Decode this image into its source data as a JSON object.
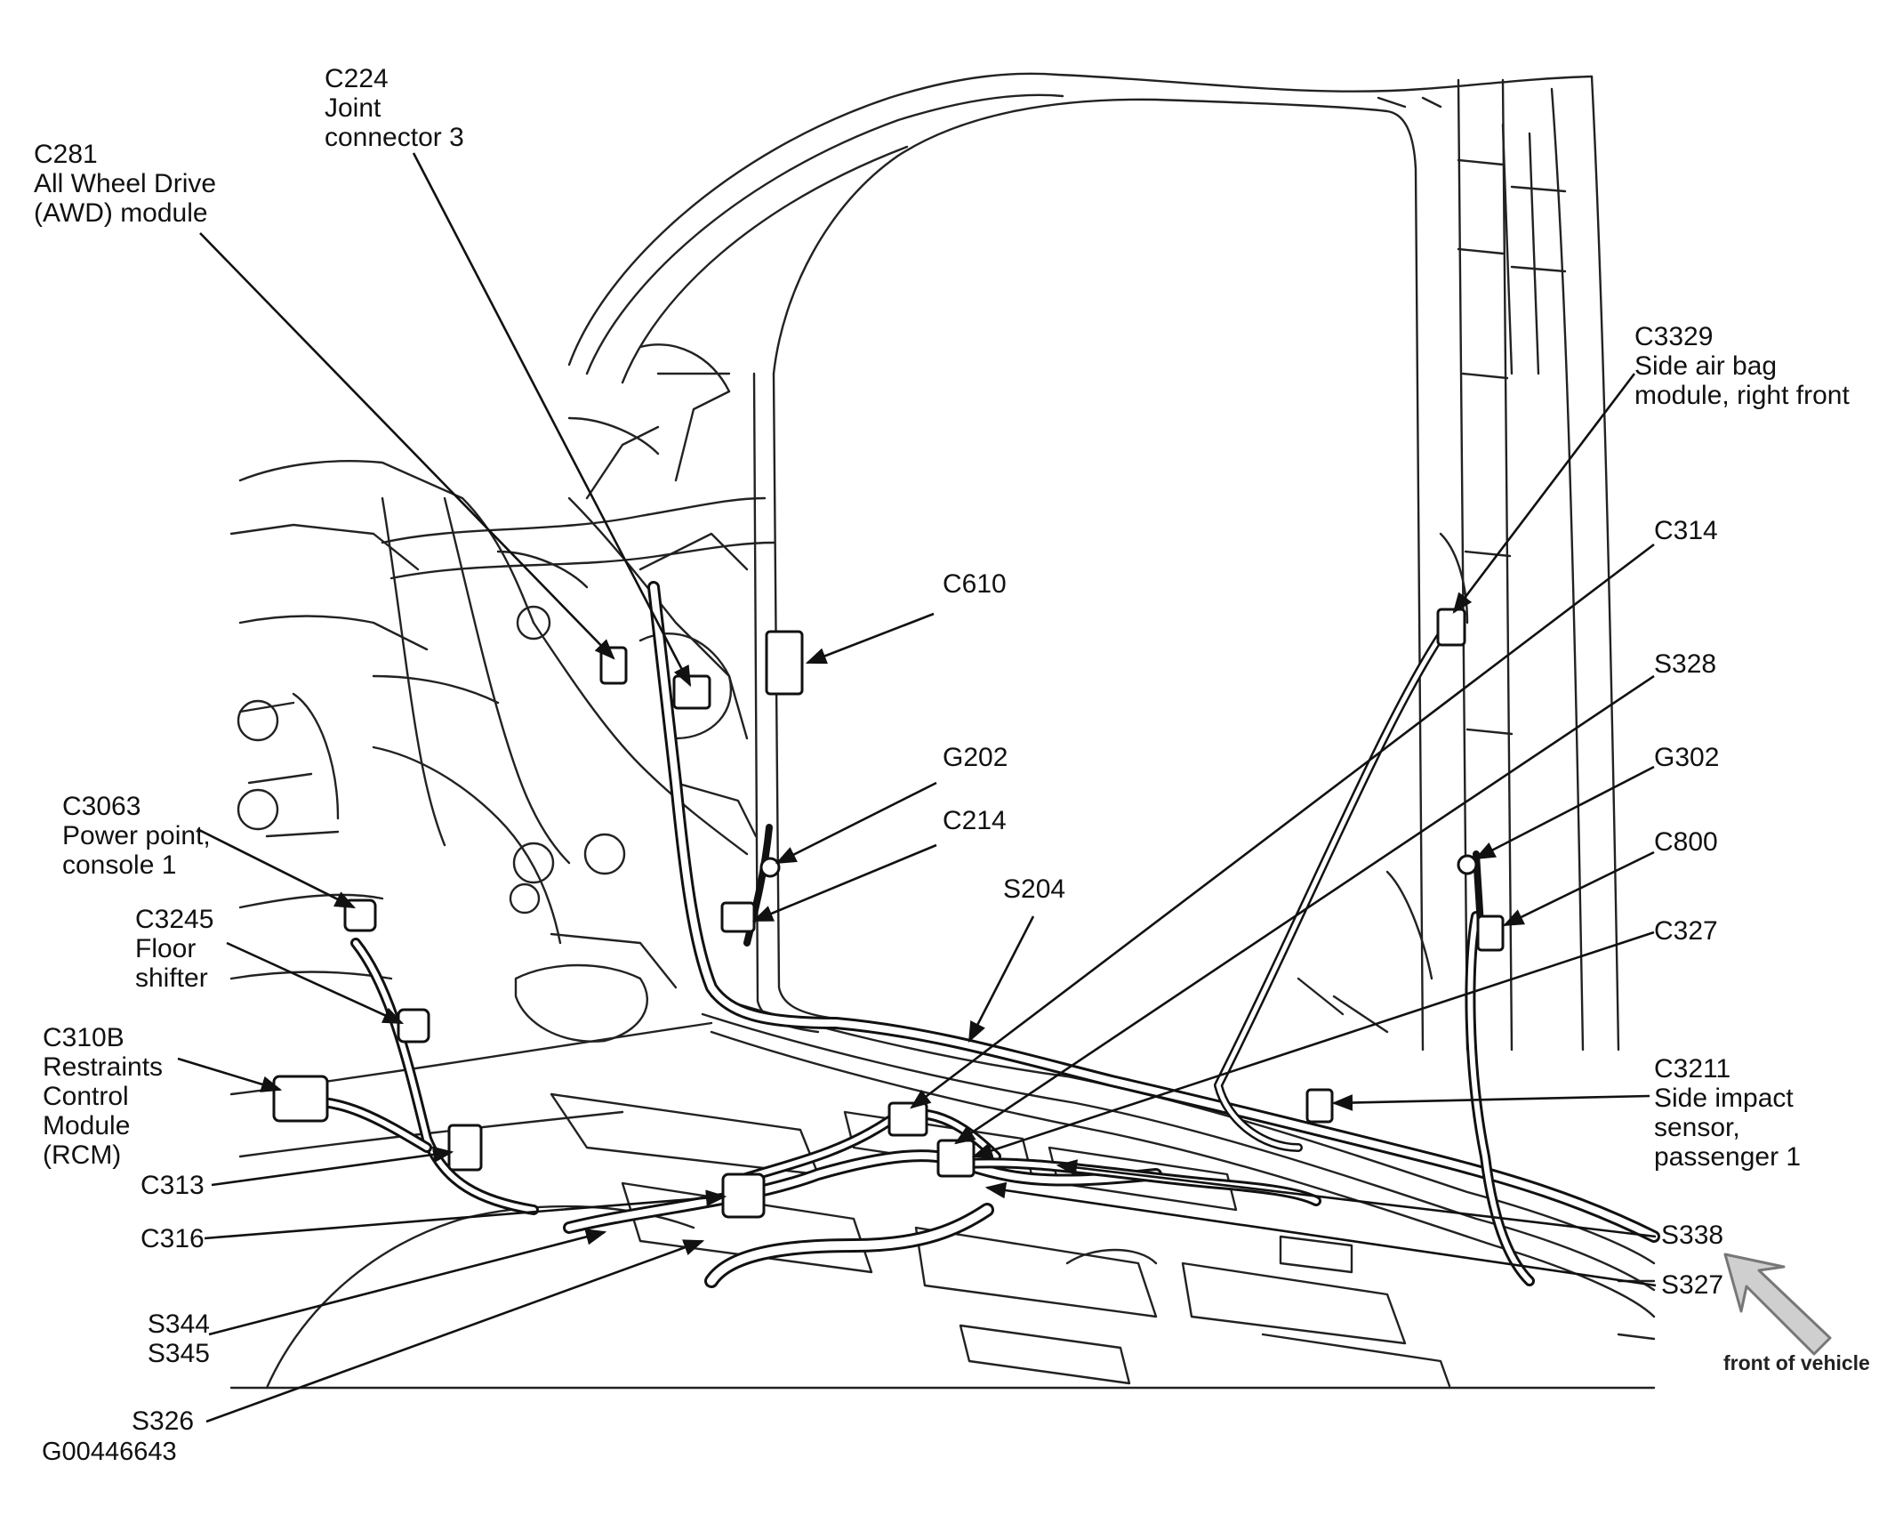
{
  "diagram": {
    "figure_id": "G00446643",
    "orientation_label": "front of vehicle",
    "callouts": [
      {
        "id": "c224",
        "lines": [
          "C224",
          "Joint",
          "connector 3"
        ]
      },
      {
        "id": "c281",
        "lines": [
          "C281",
          "All Wheel Drive",
          "(AWD) module"
        ]
      },
      {
        "id": "c610",
        "lines": [
          "C610"
        ]
      },
      {
        "id": "g202",
        "lines": [
          "G202"
        ]
      },
      {
        "id": "c214",
        "lines": [
          "C214"
        ]
      },
      {
        "id": "s204",
        "lines": [
          "S204"
        ]
      },
      {
        "id": "c3063",
        "lines": [
          "C3063",
          "Power point,",
          "console 1"
        ]
      },
      {
        "id": "c3245",
        "lines": [
          "C3245",
          "Floor",
          "shifter"
        ]
      },
      {
        "id": "c310b",
        "lines": [
          "C310B",
          "Restraints",
          "Control",
          "Module",
          "(RCM)"
        ]
      },
      {
        "id": "c313",
        "lines": [
          "C313"
        ]
      },
      {
        "id": "c316",
        "lines": [
          "C316"
        ]
      },
      {
        "id": "s344",
        "lines": [
          "S344",
          "S345"
        ]
      },
      {
        "id": "s326",
        "lines": [
          "S326"
        ]
      },
      {
        "id": "c3329",
        "lines": [
          "C3329",
          "Side air bag",
          "module, right front"
        ]
      },
      {
        "id": "c314",
        "lines": [
          "C314"
        ]
      },
      {
        "id": "s328",
        "lines": [
          "S328"
        ]
      },
      {
        "id": "g302",
        "lines": [
          "G302"
        ]
      },
      {
        "id": "c800",
        "lines": [
          "C800"
        ]
      },
      {
        "id": "c327",
        "lines": [
          "C327"
        ]
      },
      {
        "id": "c3211",
        "lines": [
          "C3211",
          "Side impact",
          "sensor,",
          "passenger 1"
        ]
      },
      {
        "id": "s338",
        "lines": [
          "S338"
        ]
      },
      {
        "id": "s327",
        "lines": [
          "S327"
        ]
      }
    ]
  }
}
